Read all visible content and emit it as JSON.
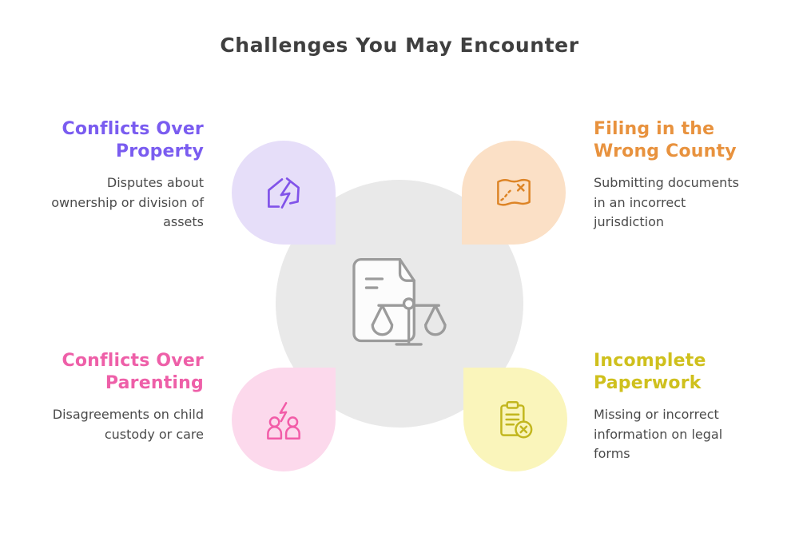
{
  "title": "Challenges You May Encounter",
  "colors": {
    "title_text": "#3f3f3f",
    "body_text": "#4a4a4a",
    "purple_accent": "#7a5cf0",
    "purple_fill": "#e6def9",
    "orange_accent": "#e8923e",
    "orange_fill": "#fbe0c6",
    "pink_accent": "#ee5fa8",
    "pink_fill": "#fcd9ec",
    "yellow_accent": "#cfc01d",
    "yellow_fill": "#faf5bb",
    "center_fill": "#e9e9e9",
    "center_icon_stroke": "#9b9b9b"
  },
  "center": {
    "icon": "legal-document-scales-icon"
  },
  "items": [
    {
      "id": "property",
      "title": "Conflicts Over Property",
      "description": "Disputes about ownership or division of assets",
      "icon": "broken-house-icon"
    },
    {
      "id": "wrong-county",
      "title": "Filing in the Wrong County",
      "description": "Submitting documents in an incorrect jurisdiction",
      "icon": "torn-map-icon"
    },
    {
      "id": "parenting",
      "title": "Conflicts Over Parenting",
      "description": "Disagreements on child custody or care",
      "icon": "parents-conflict-icon"
    },
    {
      "id": "paperwork",
      "title": "Incomplete Paperwork",
      "description": "Missing or incorrect information on legal forms",
      "icon": "clipboard-error-icon"
    }
  ]
}
